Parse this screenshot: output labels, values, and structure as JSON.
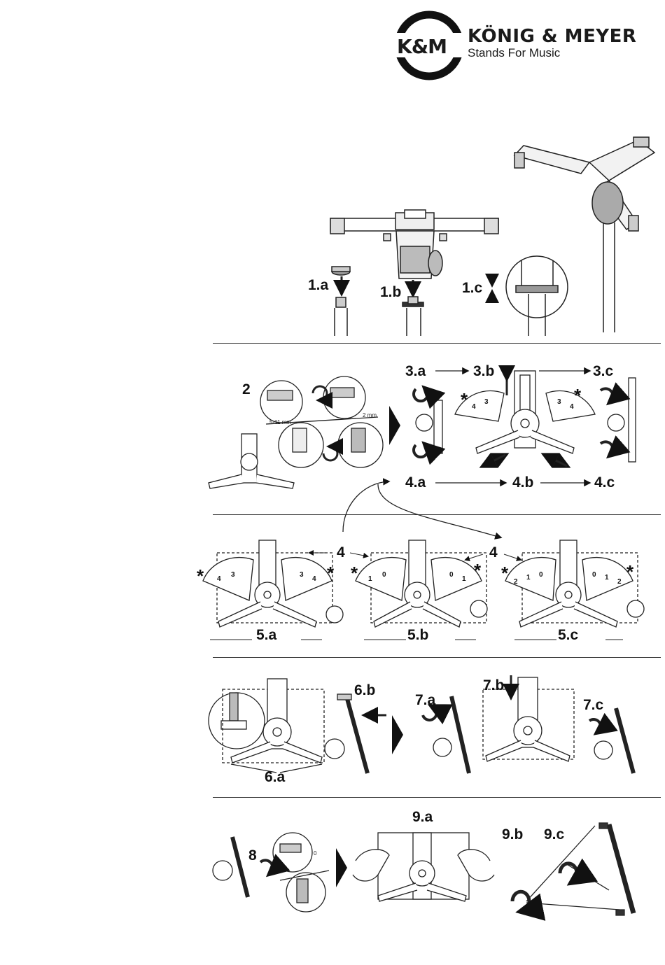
{
  "header": {
    "logo_text": "K&M",
    "brand_name": "KÖNIG & MEYER",
    "tagline": "Stands For Music"
  },
  "steps": {
    "s1a": "1.a",
    "s1b": "1.b",
    "s1c": "1.c",
    "s2": "2",
    "s3a": "3.a",
    "s3b": "3.b",
    "s3c": "3.c",
    "s4a": "4.a",
    "s4b": "4.b",
    "s4c": "4.c",
    "s4_left": "4",
    "s4_right": "4",
    "s5a": "5.a",
    "s5b": "5.b",
    "s5c": "5.c",
    "s6a": "6.a",
    "s6b": "6.b",
    "s7a": "7.a",
    "s7b": "7.b",
    "s7c": "7.c",
    "s8": "8",
    "s9a": "9.a",
    "s9b": "9.b",
    "s9c": "9.c"
  },
  "measurements": {
    "range": "5-11 mm",
    "gap": "2 mm",
    "zero": "0"
  },
  "dials": {
    "d3_left": [
      "4",
      "3"
    ],
    "d3_right": [
      "3",
      "4"
    ],
    "d5a_left": [
      "4",
      "3"
    ],
    "d5a_right": [
      "3",
      "4"
    ],
    "d5b_left": [
      "1",
      "0"
    ],
    "d5b_right": [
      "0",
      "1"
    ],
    "d5c_left": [
      "2",
      "1",
      "0"
    ],
    "d5c_right": [
      "0",
      "1",
      "2"
    ]
  },
  "star_mark": "*"
}
